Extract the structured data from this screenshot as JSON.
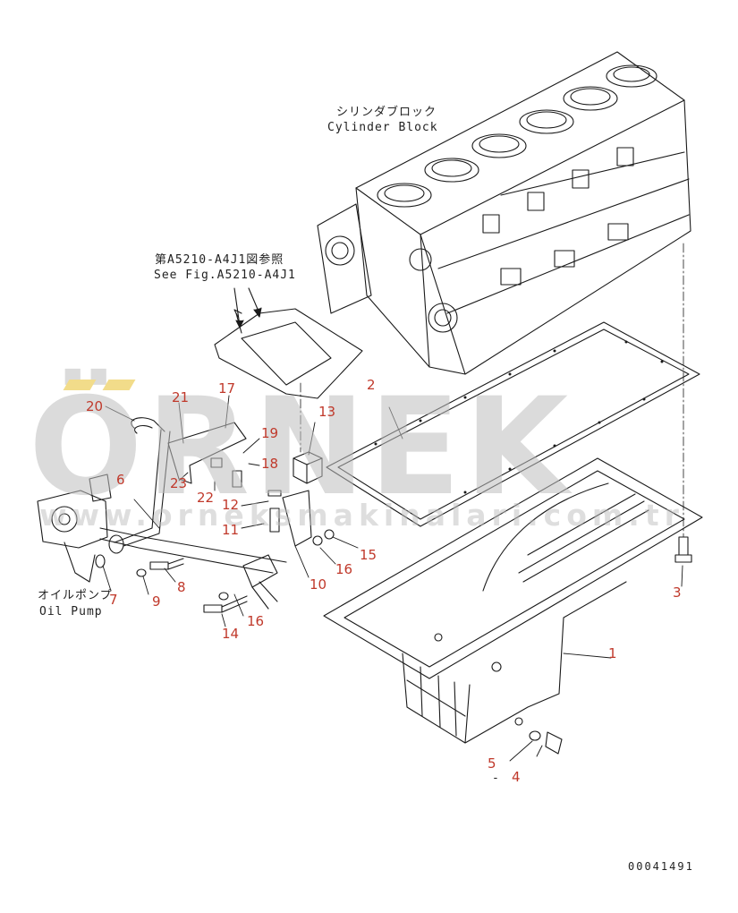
{
  "watermark": {
    "brand": "ÖRNEK",
    "site": "www.orneksmakinalari.com.tr",
    "brand_color": "#b3b3b3",
    "accent_color": "#f2dc8a"
  },
  "notes": {
    "cylinder_block_jp": "シリンダブロック",
    "cylinder_block_en": "Cylinder Block",
    "ref_jp": "第A5210-A4J1図参照",
    "ref_en": "See Fig.A5210-A4J1",
    "oil_pump_jp": "オイルポンプ",
    "oil_pump_en": "Oil Pump",
    "dash": "-",
    "drawing_number": "00041491"
  },
  "callouts": {
    "c1": "1",
    "c2": "2",
    "c3": "3",
    "c4": "4",
    "c5": "5",
    "c6": "6",
    "c7": "7",
    "c8": "8",
    "c9": "9",
    "c10": "10",
    "c11": "11",
    "c12": "12",
    "c13": "13",
    "c14": "14",
    "c15": "15",
    "c16a": "16",
    "c16b": "16",
    "c17": "17",
    "c18": "18",
    "c19": "19",
    "c20": "20",
    "c21": "21",
    "c22": "22",
    "c23": "23"
  },
  "colors": {
    "line": "#1a1a1a",
    "callout": "#c0392b"
  }
}
